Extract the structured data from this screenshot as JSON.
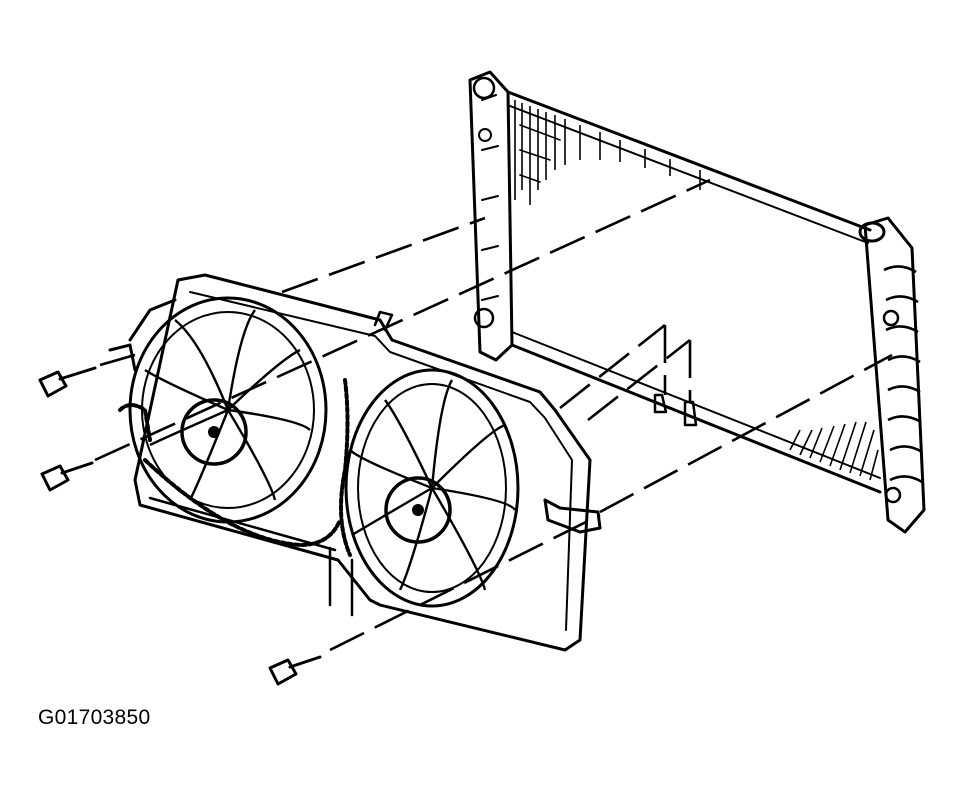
{
  "figure": {
    "id_label": "G01703850"
  },
  "parts": {
    "radiator": "radiator",
    "left_fan": "cooling-fan-left",
    "right_fan": "cooling-fan-right",
    "shroud": "fan-shroud",
    "bolts": [
      "bolt-upper-left",
      "bolt-middle-left",
      "bolt-lower"
    ]
  }
}
